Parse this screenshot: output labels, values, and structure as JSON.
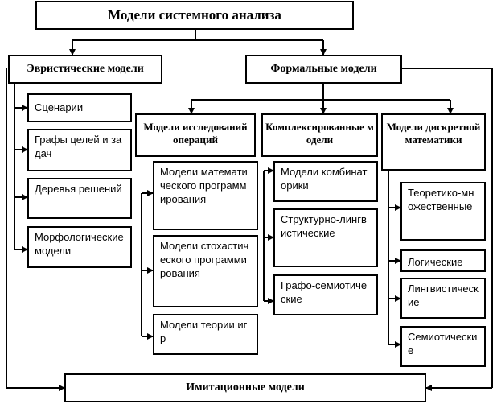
{
  "title": "Модели системного анализа",
  "heuristic": {
    "header": "Эвристические модели",
    "items": [
      "Сценарии",
      "Графы целей и задач",
      "Деревья решений",
      "Морфологические модели"
    ]
  },
  "formal": {
    "header": "Формальные модели",
    "research": {
      "header": "Модели исследований операций",
      "items": [
        "Модели математического программирования",
        "Модели стохастического программирования",
        "Модели теории игр"
      ]
    },
    "complex": {
      "header": "Комплексированные модели",
      "items": [
        "Модели комбинаторики",
        "Структурно-лингвистические",
        "Графо-семиотические"
      ]
    },
    "discrete": {
      "header": "Модели дискретной математики",
      "items": [
        "Теоретико-множественные",
        "Логические",
        "Лингвистические",
        "Семиотические"
      ]
    }
  },
  "simulation": {
    "header": "Имитационные модели"
  }
}
